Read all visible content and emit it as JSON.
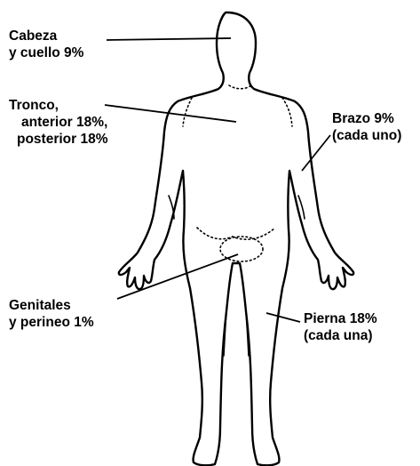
{
  "labels": {
    "head_neck": [
      "Cabeza",
      "y cuello 9%"
    ],
    "trunk": [
      "Tronco,",
      "anterior 18%,",
      "posterior 18%"
    ],
    "arm": [
      "Brazo 9%",
      "(cada uno)"
    ],
    "genitals": [
      "Genitales",
      "y perineo 1%"
    ],
    "leg": [
      "Pierna 18%",
      "(cada una)"
    ]
  }
}
